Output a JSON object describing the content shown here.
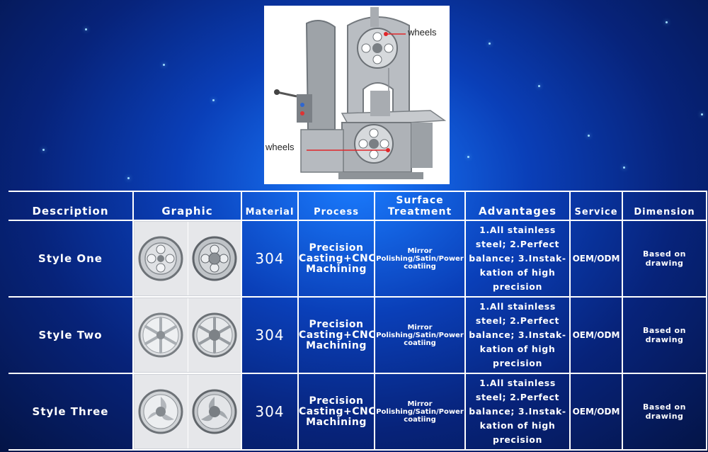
{
  "figure": {
    "callout_top": "wheels",
    "callout_bottom": "wheels"
  },
  "table": {
    "headers": {
      "description": "Description",
      "graphic": "Graphic",
      "material": "Material",
      "process": "Process",
      "surface_line1": "Surface",
      "surface_line2": "Treatment",
      "advantages": "Advantages",
      "service": "Service",
      "dimension": "Dimension"
    },
    "rows": [
      {
        "description": "Style One",
        "material": "304",
        "process_line1": "Precision",
        "process_line2": "Casting+CNC",
        "process_line3": "Machining",
        "surface_line1": "Mirror",
        "surface_line2": "Polishing/Satin/Power",
        "surface_line3": "coatiing",
        "adv_line1": "1.All stainless",
        "adv_line2": "steel;  2.Perfect",
        "adv_line3": "balance; 3.Instak-",
        "adv_line4": "kation of high",
        "adv_line5": "precision",
        "service": "OEM/ODM",
        "dimension": "Based on drawing",
        "wheel_style": "four-hole"
      },
      {
        "description": "Style Two",
        "material": "304",
        "process_line1": "Precision",
        "process_line2": "Casting+CNC",
        "process_line3": "Machining",
        "surface_line1": "Mirror",
        "surface_line2": "Polishing/Satin/Power",
        "surface_line3": "coatiing",
        "adv_line1": "1.All stainless",
        "adv_line2": "steel;  2.Perfect",
        "adv_line3": "balance; 3.Instak-",
        "adv_line4": "kation of high",
        "adv_line5": "precision",
        "service": "OEM/ODM",
        "dimension": "Based on drawing",
        "wheel_style": "six-spoke"
      },
      {
        "description": "Style Three",
        "material": "304",
        "process_line1": "Precision",
        "process_line2": "Casting+CNC",
        "process_line3": "Machining",
        "surface_line1": "Mirror",
        "surface_line2": "Polishing/Satin/Power",
        "surface_line3": "coatiing",
        "adv_line1": "1.All stainless",
        "adv_line2": "steel;  2.Perfect",
        "adv_line3": "balance; 3.Instak-",
        "adv_line4": "kation of high",
        "adv_line5": "precision",
        "service": "OEM/ODM",
        "dimension": "Based on drawing",
        "wheel_style": "three-spoke"
      }
    ]
  },
  "colors": {
    "background_center": "#1a7cff",
    "background_edge": "#041446",
    "grid_lines": "#ffffff",
    "text": "#ffffff",
    "callout_line": "#e0262a"
  }
}
